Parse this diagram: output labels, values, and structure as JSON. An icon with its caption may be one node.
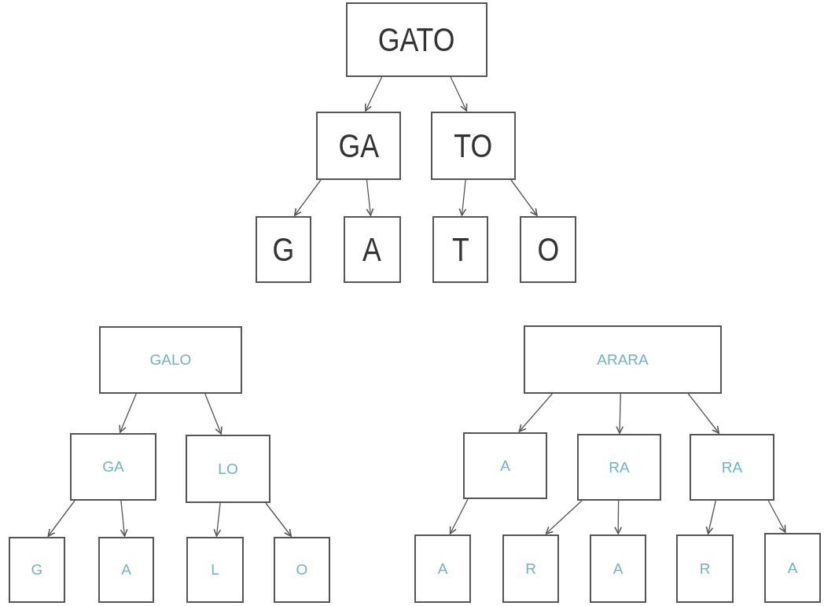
{
  "diagram": {
    "nodes": [
      {
        "text": [
          "GATO"
        ]
      },
      {
        "text": [
          "GA"
        ]
      },
      {
        "text": [
          "TO"
        ]
      },
      {
        "text": [
          "G"
        ]
      },
      {
        "text": [
          "A"
        ]
      },
      {
        "text": [
          "T"
        ]
      },
      {
        "text": [
          "O"
        ]
      },
      {
        "text": [
          "GALO"
        ]
      },
      {
        "text": [
          "GA"
        ]
      },
      {
        "text": [
          "LO"
        ]
      },
      {
        "text": [
          "G"
        ]
      },
      {
        "text": [
          "A"
        ]
      },
      {
        "text": [
          "L"
        ]
      },
      {
        "text": [
          "O"
        ]
      },
      {
        "text": [
          "ARARA"
        ]
      },
      {
        "text": [
          "A"
        ]
      },
      {
        "text": [
          "RA"
        ]
      },
      {
        "text": [
          "RA"
        ]
      },
      {
        "text": [
          "A"
        ]
      },
      {
        "text": [
          "R"
        ]
      },
      {
        "text": [
          "A"
        ]
      },
      {
        "text": [
          "R"
        ]
      },
      {
        "text": [
          "A"
        ]
      }
    ],
    "edges": [
      {
        "from": 0,
        "to": 1,
        "arrow": "to"
      },
      {
        "from": 0,
        "to": 2,
        "arrow": "to"
      },
      {
        "from": 1,
        "to": 3,
        "arrow": "to"
      },
      {
        "from": 1,
        "to": 4,
        "arrow": "to"
      },
      {
        "from": 2,
        "to": 5,
        "arrow": "to"
      },
      {
        "from": 2,
        "to": 6,
        "arrow": "to"
      },
      {
        "from": 7,
        "to": 8,
        "arrow": "to"
      },
      {
        "from": 7,
        "to": 9,
        "arrow": "to"
      },
      {
        "from": 8,
        "to": 10,
        "arrow": "to"
      },
      {
        "from": 8,
        "to": 11,
        "arrow": "to"
      },
      {
        "from": 9,
        "to": 12,
        "arrow": "to"
      },
      {
        "from": 9,
        "to": 13,
        "arrow": "to"
      },
      {
        "from": 14,
        "to": 15,
        "arrow": "to"
      },
      {
        "from": 14,
        "to": 16,
        "arrow": "to"
      },
      {
        "from": 14,
        "to": 17,
        "arrow": "to"
      },
      {
        "from": 15,
        "to": 18,
        "arrow": "to"
      },
      {
        "from": 16,
        "to": 19,
        "arrow": "to"
      },
      {
        "from": 16,
        "to": 20,
        "arrow": "to"
      },
      {
        "from": 17,
        "to": 21,
        "arrow": "to"
      },
      {
        "from": 17,
        "to": 22,
        "arrow": "to"
      }
    ]
  }
}
